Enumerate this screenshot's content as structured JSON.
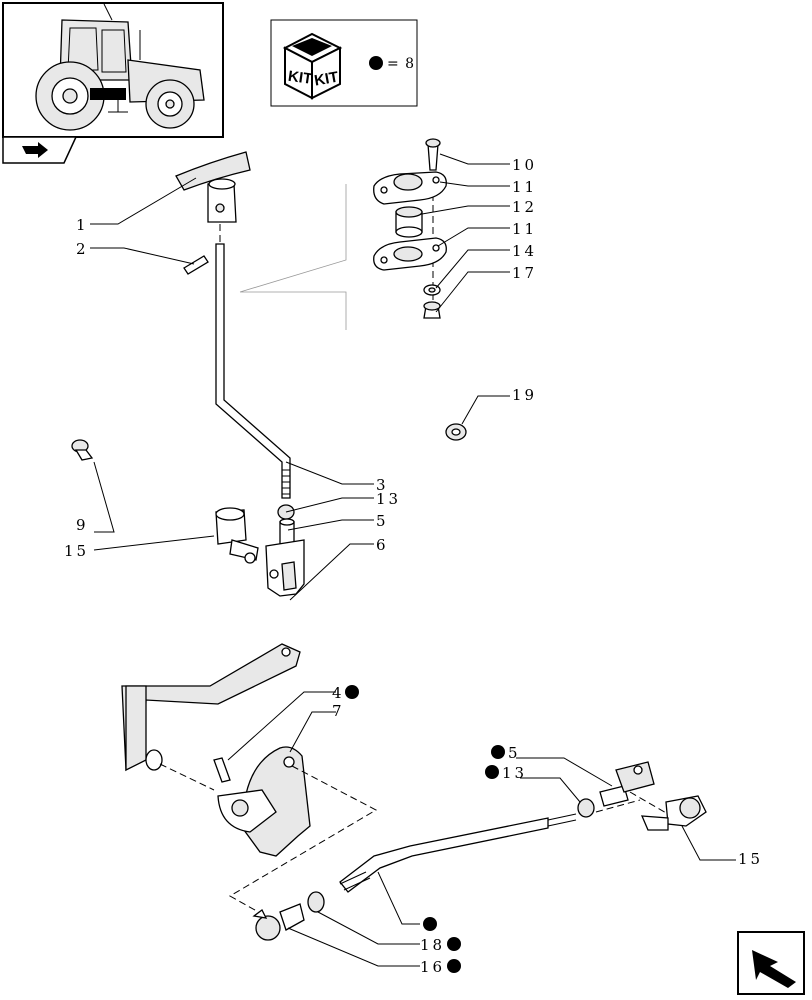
{
  "kit_legend": {
    "kit_text_1": "KIT",
    "kit_text_2": "KIT",
    "equals_text": "= 8"
  },
  "callouts": {
    "c1": "1",
    "c2": "2",
    "c3": "3",
    "c4": "4",
    "c5a": "5",
    "c5b": "5",
    "c6": "6",
    "c7": "7",
    "c9": "9",
    "c10": "10",
    "c11a": "11",
    "c11b": "11",
    "c12": "12",
    "c13a": "13",
    "c13b": "13",
    "c14": "14",
    "c15a": "15",
    "c15b": "15",
    "c16": "16",
    "c17": "17",
    "c18": "18",
    "c19": "19"
  }
}
